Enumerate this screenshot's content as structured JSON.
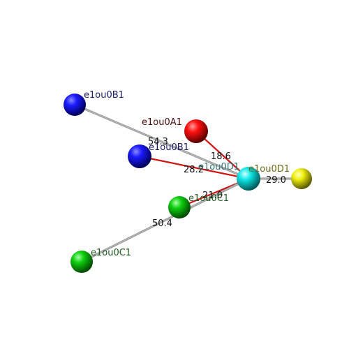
{
  "colors": {
    "background": "#ffffff",
    "bond_gray": "#b8b8b8",
    "bond_red": "#d21414",
    "label_blue": "#1a1a66",
    "label_red": "#4a0d0d",
    "label_green": "#1f5c1f",
    "label_cyan": "#2e7070",
    "label_yellow": "#6e6a1e"
  },
  "nodes": [
    {
      "id": "B1_far",
      "label": "e1ou0B1",
      "color": "blue",
      "icon": "blue-sphere-icon"
    },
    {
      "id": "A1",
      "label": "e1ou0A1",
      "color": "red",
      "icon": "red-sphere-icon"
    },
    {
      "id": "B1_near",
      "label": "e1ou0B1",
      "color": "blue",
      "icon": "blue-sphere-icon"
    },
    {
      "id": "D1_cyan",
      "label": "e1ou0D1",
      "color": "cyan",
      "icon": "cyan-sphere-icon"
    },
    {
      "id": "D1_yellow",
      "label": "e1ou0D1",
      "color": "yellow",
      "icon": "yellow-sphere-icon"
    },
    {
      "id": "C1_near",
      "label": "e1ou0C1",
      "color": "green",
      "icon": "green-sphere-icon"
    },
    {
      "id": "C1_far",
      "label": "e1ou0C1",
      "color": "green",
      "icon": "green-sphere-icon"
    }
  ],
  "edges": [
    {
      "from": "B1_far",
      "to": "D1_cyan",
      "label": "54.3",
      "style": "gray"
    },
    {
      "from": "A1",
      "to": "D1_cyan",
      "label": "18.6",
      "style": "red"
    },
    {
      "from": "B1_near",
      "to": "D1_cyan",
      "label": "28.2",
      "style": "red"
    },
    {
      "from": "D1_cyan",
      "to": "D1_yellow",
      "label": "29.0",
      "style": "gray"
    },
    {
      "from": "C1_near",
      "to": "D1_cyan",
      "label": "21.0",
      "style": "red"
    },
    {
      "from": "C1_far",
      "to": "D1_cyan",
      "label": "50.4",
      "style": "gray"
    }
  ]
}
